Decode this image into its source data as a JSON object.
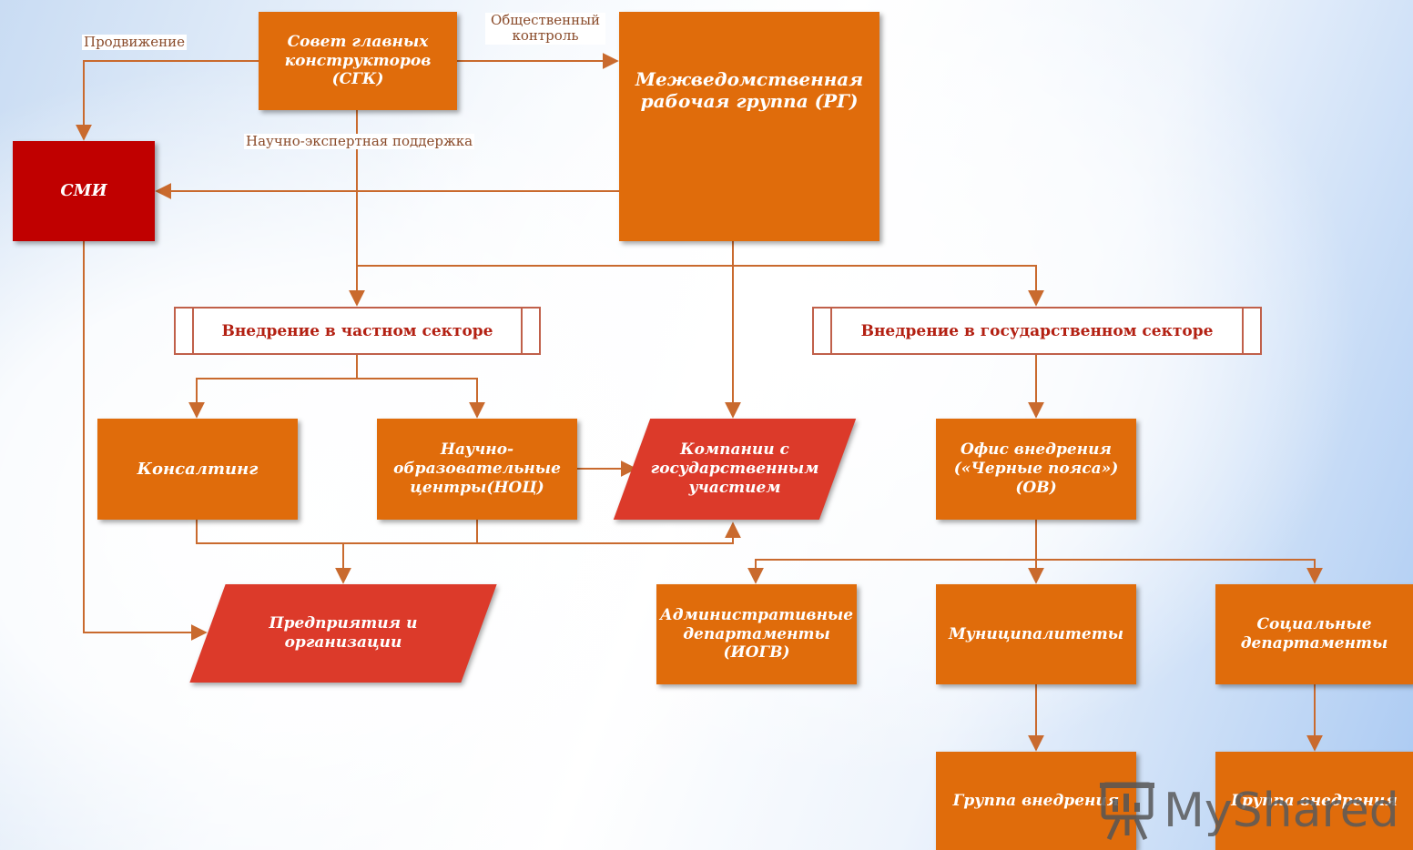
{
  "nodes": {
    "sgk": "Совет главных конструкторов (СГК)",
    "rg": "Межведомственная рабочая группа (РГ)",
    "smi": "СМИ",
    "private_sector": "Внедрение в частном секторе",
    "state_sector": "Внедрение в государственном секторе",
    "consulting": "Консалтинг",
    "noc": "Научно-образовательные центры(НОЦ)",
    "state_companies": "Компании с государственным участием",
    "ov": "Офис внедрения («Черные пояса») (ОВ)",
    "enterprises": "Предприятия и организации",
    "admin_depts": "Административные департаменты (ИОГВ)",
    "municipalities": "Муниципалитеты",
    "social_depts": "Социальные департаменты",
    "group1": "Группа внедрения",
    "group2": "Группа внедрения"
  },
  "edge_labels": {
    "promotion": "Продвижение",
    "public_control": "Общественный контроль",
    "expert_support": "Научно-экспертная поддержка"
  },
  "watermark": "MyShared",
  "colors": {
    "orange": "#e06c0b",
    "dark_red": "#c00000",
    "red": "#dc3a2a",
    "connector": "#c96a2e"
  }
}
